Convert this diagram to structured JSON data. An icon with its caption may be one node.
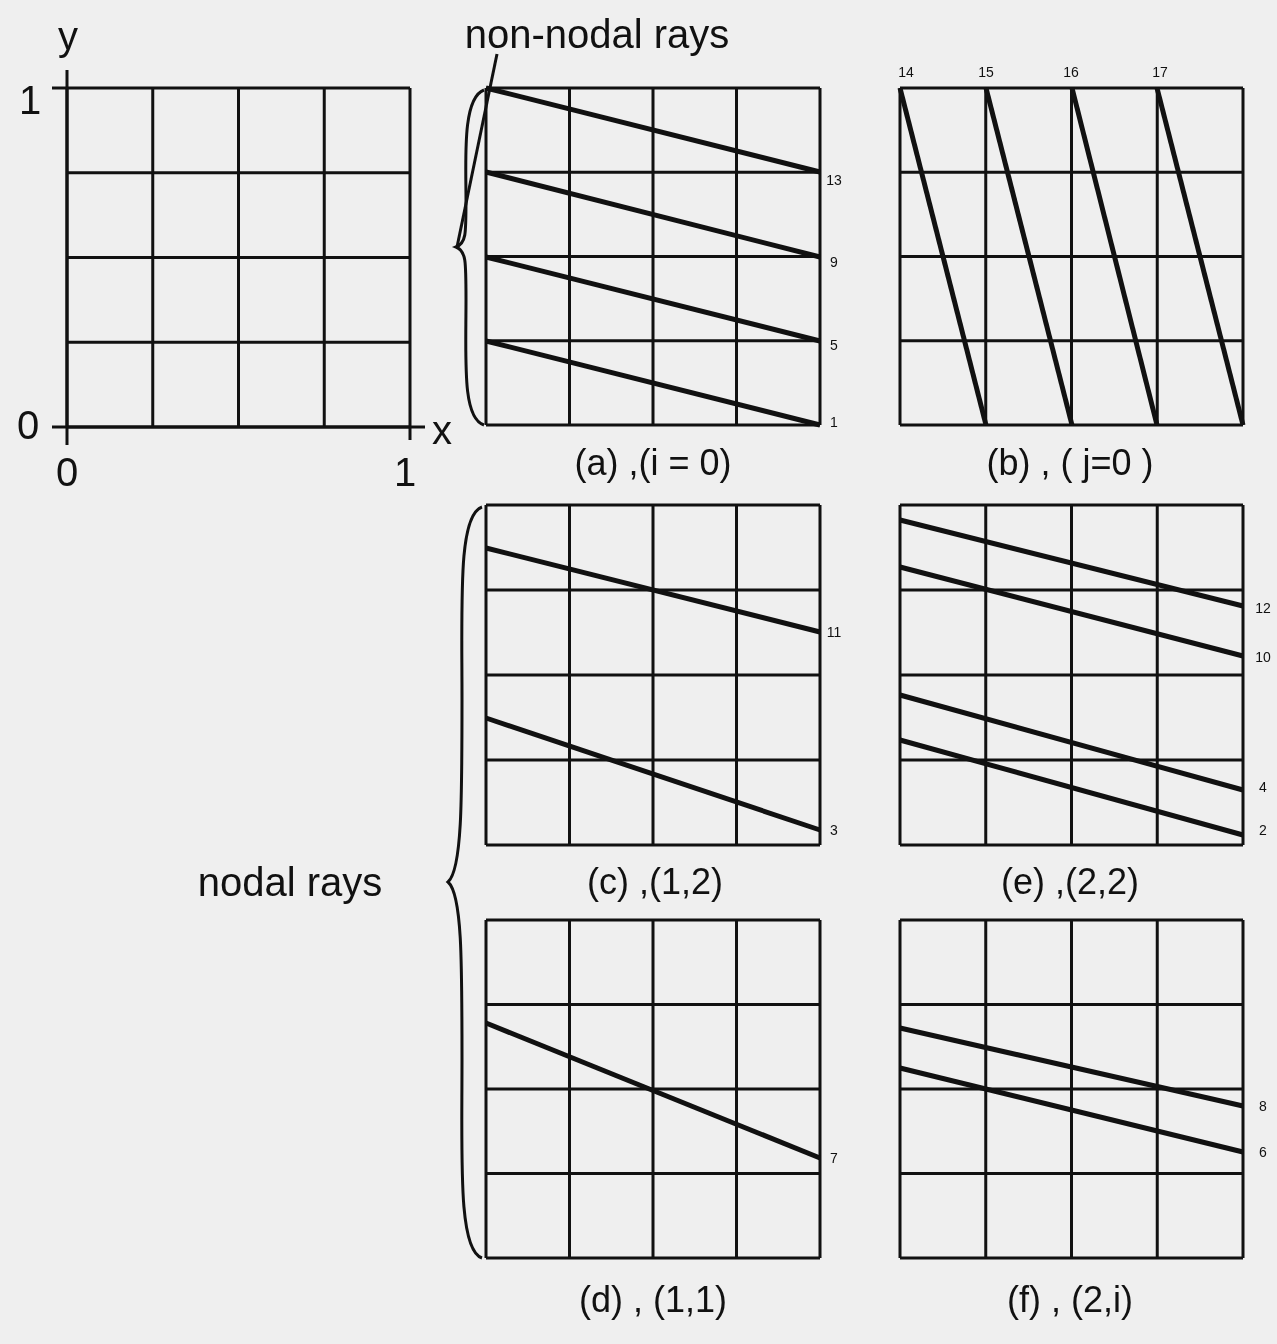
{
  "diagram": {
    "nodes": [
      {
        "text": [
          "non-nodal rays"
        ]
      },
      {
        "text": [],
        "shape": "brace"
      }
    ],
    "edges": [
      {
        "from": 0,
        "to": 1,
        "arrow": "none"
      }
    ],
    "labels": [
      "y",
      "14",
      "15",
      "16",
      "17",
      "1",
      "13",
      "9",
      "5",
      "1",
      "0",
      "x",
      "0",
      "1",
      "(a) ,(i = 0)",
      "(b) , ( j=0 )",
      "12",
      "11",
      "10",
      "4",
      "3",
      "2",
      "nodal rays",
      "(c) ,(1,2)",
      "(e) ,(2,2)",
      "7",
      "8",
      "6",
      "(d) , (1,1)",
      "(f) , (2,i)"
    ]
  }
}
